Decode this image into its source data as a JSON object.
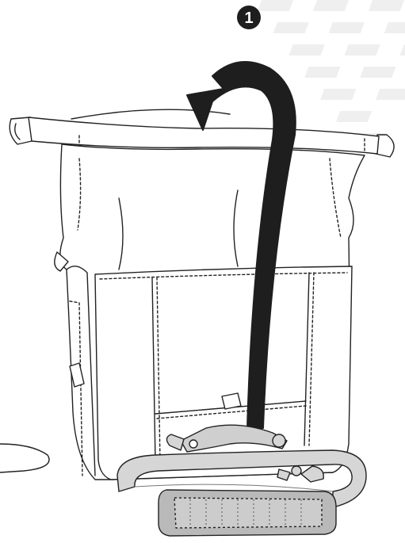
{
  "illustration": {
    "step_number": "1",
    "colors": {
      "background": "#ffffff",
      "watermark": "#ececec",
      "outline": "#222222",
      "bag_fill": "#ffffff",
      "arrow": "#1e1e1e",
      "strap_fill": "#d6d6d6",
      "strap_pad": "#b9b9b9",
      "badge": "#1e1e1e"
    },
    "icons": [
      "bag",
      "curved-arrow",
      "shoulder-strap",
      "snap-hook",
      "d-ring"
    ]
  }
}
